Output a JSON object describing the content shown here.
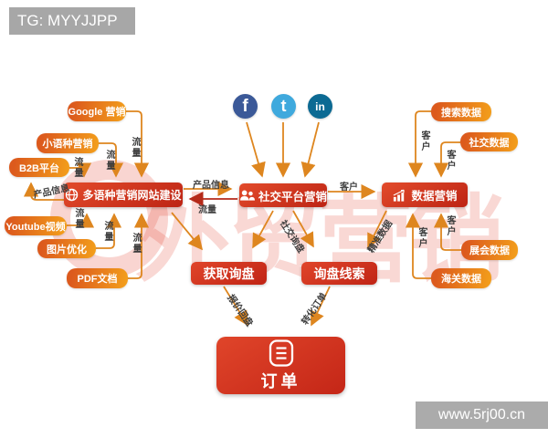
{
  "header": {
    "tag_label": "TG: MYYJJPP"
  },
  "footer": {
    "site": "www.5rj00.cn"
  },
  "watermark": {
    "text": "外贸营销"
  },
  "sources_left": [
    {
      "label": "Google 营销"
    },
    {
      "label": "小语种营销"
    },
    {
      "label": "B2B平台"
    },
    {
      "label": "Youtube视频"
    },
    {
      "label": "图片优化"
    },
    {
      "label": "PDF文档"
    }
  ],
  "sources_right": [
    {
      "label": "搜索数据"
    },
    {
      "label": "社交数据"
    },
    {
      "label": "展会数据"
    },
    {
      "label": "海关数据"
    }
  ],
  "main_nodes": {
    "website": "多语种营销网站建设",
    "social": "社交平台营销",
    "data": "数据营销",
    "get_inquiry": "获取询盘",
    "inquiry_leads": "询盘线索",
    "order": "订单"
  },
  "social_platforms": [
    {
      "name": "facebook",
      "glyph": "f",
      "color": "#3b5998"
    },
    {
      "name": "twitter",
      "glyph": "t",
      "color": "#3fa9dd"
    },
    {
      "name": "linkedin",
      "glyph": "in",
      "color": "#0c6a93"
    }
  ],
  "flow_labels": {
    "traffic": "流量",
    "product_info": "产品信息",
    "customer": "客户",
    "social_inquiry": "社交询盘",
    "precise_data": "精准数据",
    "quote_reply": "报价回盘",
    "convert_order": "转化订单"
  },
  "colors": {
    "box_red": "#c42617",
    "box_orange": "#ec8a1c",
    "arrow_orange": "#de861f",
    "arrow_red": "#b52a1a"
  }
}
